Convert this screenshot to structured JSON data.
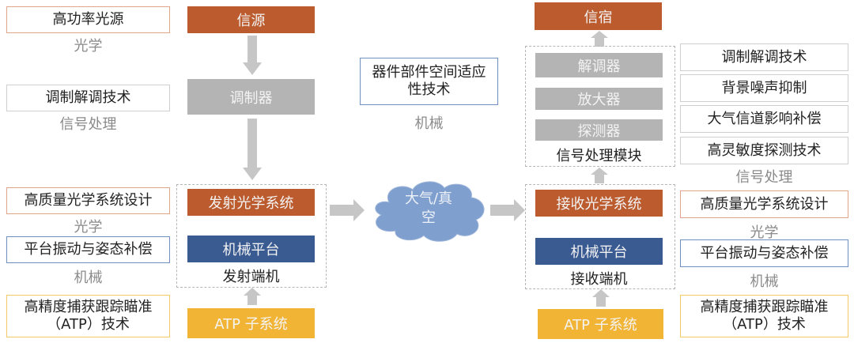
{
  "left_column": [
    {
      "box": "高功率光源",
      "category": "光学",
      "border": "orange"
    },
    {
      "box": "调制解调技术",
      "category": "信号处理",
      "border": "gray"
    },
    {
      "box": "高质量光学系统设计",
      "category": "光学",
      "border": "orange"
    },
    {
      "box": "平台振动与姿态补偿",
      "category": "机械",
      "border": "blue"
    },
    {
      "box": "高精度捕获跟踪瞄准（ATP）技术",
      "category": "",
      "border": "yellow"
    }
  ],
  "transmitter": {
    "source": "信源",
    "modulator": "调制器",
    "optics": "发射光学系统",
    "platform": "机械平台",
    "group_label": "发射端机",
    "atp": "ATP 子系统"
  },
  "middle": {
    "box": "器件部件空间适应性技术",
    "category": "机械",
    "channel": "大气/真空"
  },
  "receiver": {
    "sink": "信宿",
    "demodulator": "解调器",
    "amplifier": "放大器",
    "detector": "探测器",
    "processing_label": "信号处理模块",
    "optics": "接收光学系统",
    "platform": "机械平台",
    "group_label": "接收端机",
    "atp": "ATP 子系统"
  },
  "right_column": {
    "signal_boxes": [
      "调制解调技术",
      "背景噪声抑制",
      "大气信道影响补偿",
      "高灵敏度探测技术"
    ],
    "signal_category": "信号处理",
    "optics_box": "高质量光学系统设计",
    "optics_category": "光学",
    "mech_box": "平台振动与姿态补偿",
    "mech_category": "机械",
    "atp_box": "高精度捕获跟踪瞄准（ATP）技术"
  },
  "colors": {
    "orange": "#bb5b2e",
    "gray": "#b4b4b4",
    "blue": "#3a5a92",
    "yellow": "#f2b434",
    "cloud": "#7f9fcf",
    "arrow": "#c6c6c6"
  }
}
